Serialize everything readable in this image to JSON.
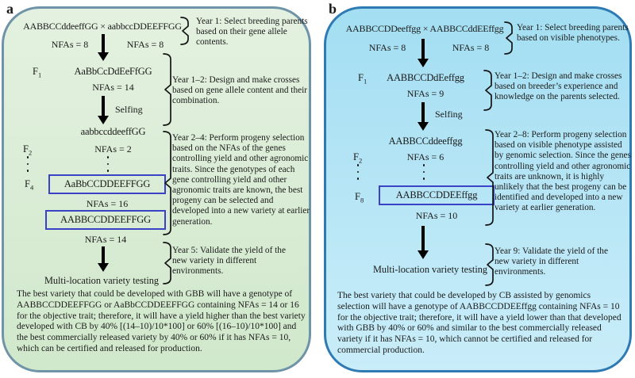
{
  "figure": {
    "panel_a": {
      "label": "a",
      "cross_line": "AABBCCddeeffGG × aabbccDDEEFFGG",
      "nfa_left": "NFAs = 8",
      "nfa_right": "NFAs = 8",
      "f1_label": "F",
      "f1_sub": "1",
      "f1_genotype": "AaBbCcDdEeFfGG",
      "f1_nfa": "NFAs = 14",
      "selfing": "Selfing",
      "f2_genotype": "aabbccddeeffGG",
      "f2_label": "F",
      "f2_sub": "2",
      "f2_nfa": "NFAs = 2",
      "fx_label": "F",
      "fx_sub": "4",
      "box1_genotype": "AaBbCCDDEEFFGG",
      "box1_nfa": "NFAs = 16",
      "box2_genotype": "AABBCCDDEEFFGG",
      "box2_nfa": "NFAs = 14",
      "testing": "Multi-location variety testing",
      "year1": "Year 1: Select breeding parents based on their gene allele contents.",
      "year2": "Year 1–2: Design and make crosses based on gene allele content and their combination.",
      "year3": "Year 2–4: Perform progeny selection based on the NFAs of the genes controlling yield and other agronomic traits. Since the genotypes of each gene controlling yield and other agronomic traits are known, the best progeny can be selected and developed into a new variety at earlier generation.",
      "year4": "Year 5: Validate the yield of the new variety in different environments.",
      "footer": "The best variety that could be developed with GBB will have a genotype of AABBCCDDEEFFGG or AaBbCCDDEEFFGG containing NFAs = 14 or 16 for the objective trait; therefore, it will have a yield higher than the best variety developed with CB by 40% [(14–10)/10*100] or 60% [(16–10)/10*100] and the best commercially released variety by 40% or 60% if it has NFAs = 10, which can be certified and released for production."
    },
    "panel_b": {
      "label": "b",
      "cross_line": "AABBCCDDeeffgg × AABBCCddEEffgg",
      "nfa_left": "NFAs = 8",
      "nfa_right": "NFAs = 8",
      "f1_label": "F",
      "f1_sub": "1",
      "f1_genotype": "AABBCCDdEeffgg",
      "f1_nfa": "NFAs = 9",
      "selfing": "Selfing",
      "f2_genotype": "AABBCCddeeffgg",
      "f2_label": "F",
      "f2_sub": "2",
      "f2_nfa": "NFAs = 6",
      "fx_label": "F",
      "fx_sub": "8",
      "box1_genotype": "AABBCCDDEEffgg",
      "box1_nfa": "NFAs = 10",
      "testing": "Multi-location variety testing",
      "year1": "Year 1: Select breeding parents based on visible phenotypes.",
      "year2": "Year 1–2: Design and make crosses based on breeder’s experience and knowledge on the parents selected.",
      "year3": "Year 2–8: Perform progeny selection based on visible phenotype assisted by genomic selection. Since the genes controlling yield and other agronomic traits are unknown, it is highly unlikely that the best progeny can be identified and developed into a new variety at earlier generation.",
      "year4": "Year 9: Validate the yield of the new variety in different environments.",
      "footer": "The best variety that could be developed by CB assisted by genomics selection will have a genotype of AABBCCDDEEffgg containing NFAs = 10 for the objective trait; therefore, it will have a yield lower than that developed with GBB by 40% or 60% and similar to the best commercially released variety if it has NFAs = 10, which cannot be certified and released for commercial production."
    }
  },
  "colors": {
    "panel_a_border": "#6f94a8",
    "panel_a_bg_top": "#e4f1e0",
    "panel_a_bg_bottom": "#d0e8cb",
    "panel_b_border": "#2e7ab3",
    "panel_b_bg_top": "#a3def2",
    "panel_b_bg_bottom": "#c9edf9",
    "box_border": "#3a43c6",
    "arrow": "#000000"
  }
}
